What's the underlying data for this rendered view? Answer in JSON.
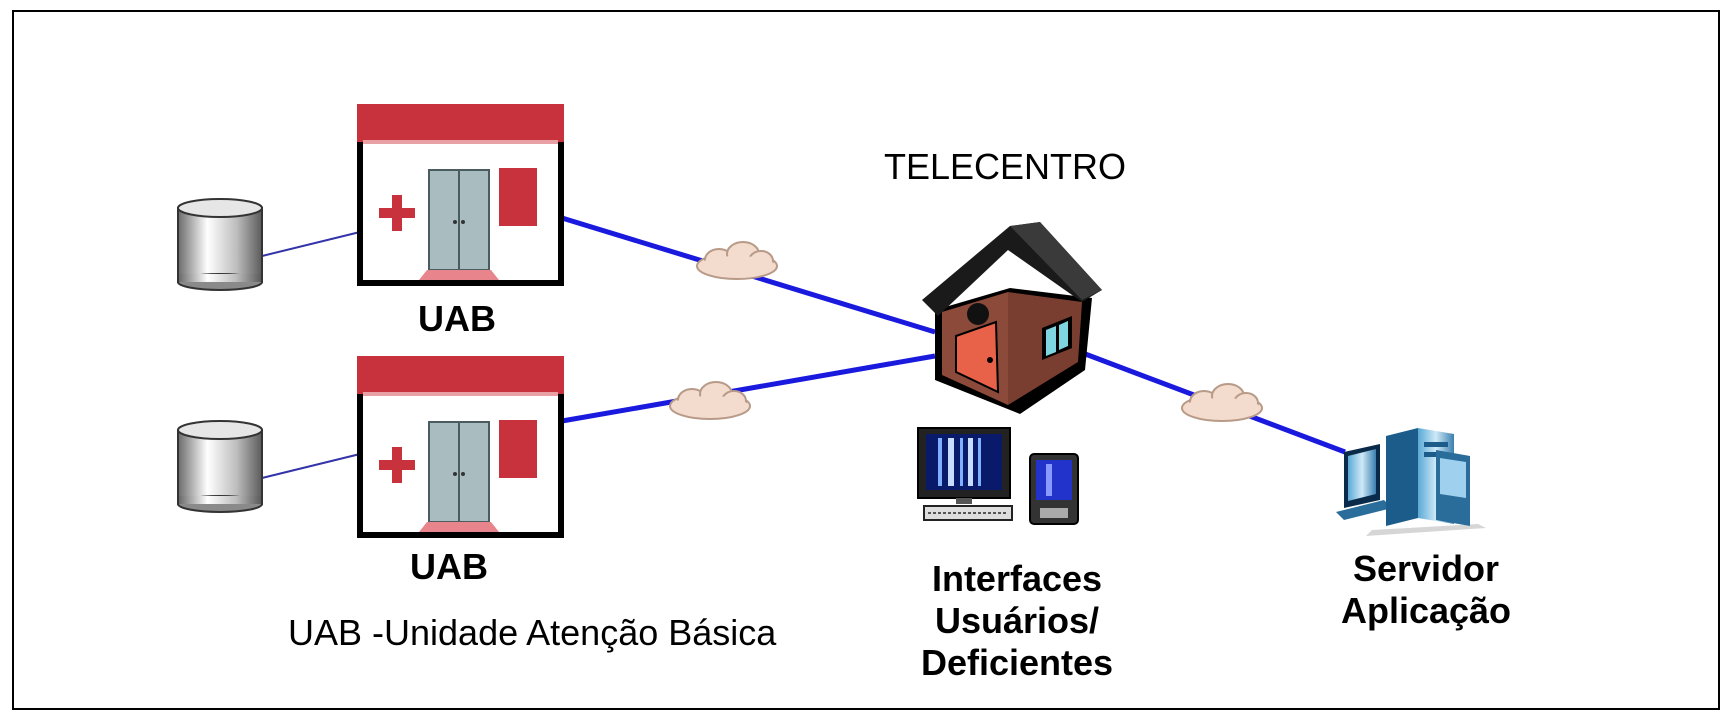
{
  "labels": {
    "telecentro": "TELECENTRO",
    "uab_top": "UAB",
    "uab_bottom": "UAB",
    "uab_legend": "UAB -Unidade Atenção Básica",
    "interfaces_line1": "Interfaces",
    "interfaces_line2": "Usuários/",
    "interfaces_line3": "Deficientes",
    "servidor_line1": "Servidor",
    "servidor_line2": "Aplicação"
  },
  "colors": {
    "link_line": "#1a1adf",
    "db_link": "#3333aa",
    "clinic_roof": "#c8323c",
    "clinic_door": "#a9bcc0",
    "cloud": "#f3dccd",
    "house_wall": "#8b4a3a",
    "house_roof": "#222222",
    "house_door": "#e8624a"
  },
  "icons": [
    "database-icon",
    "clinic-icon",
    "cloud-icon",
    "house-icon",
    "computer-icon",
    "pda-icon",
    "server-icon"
  ]
}
